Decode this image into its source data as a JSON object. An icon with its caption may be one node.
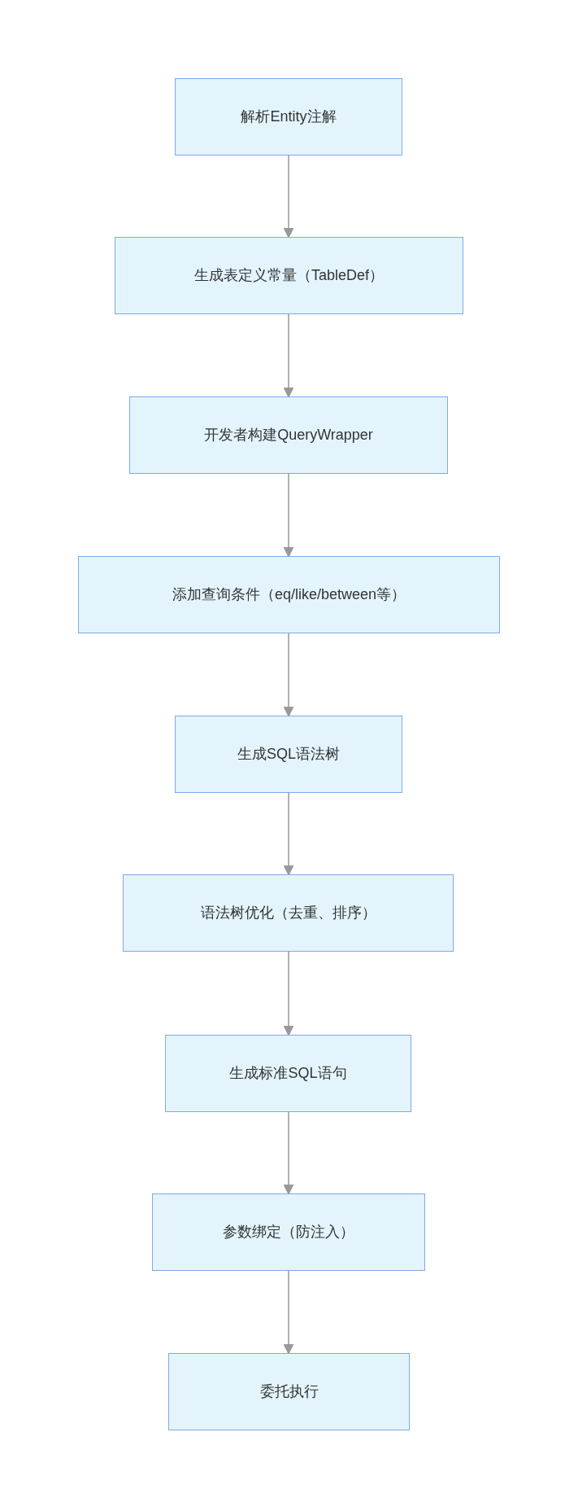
{
  "diagram": {
    "nodes": [
      {
        "text": [
          "解析Entity注解"
        ]
      },
      {
        "text": [
          "生成表定义常量（TableDef）"
        ]
      },
      {
        "text": [
          "开发者构建QueryWrapper"
        ]
      },
      {
        "text": [
          "添加查询条件（eq/like/between等）"
        ]
      },
      {
        "text": [
          "生成SQL语法树"
        ]
      },
      {
        "text": [
          "语法树优化（去重、排序）"
        ]
      },
      {
        "text": [
          "生成标准SQL语句"
        ]
      },
      {
        "text": [
          "参数绑定（防注入）"
        ]
      },
      {
        "text": [
          "委托执行"
        ]
      }
    ],
    "edges": [
      {
        "from": 0,
        "to": 1,
        "arrow": "to"
      },
      {
        "from": 1,
        "to": 2,
        "arrow": "to"
      },
      {
        "from": 2,
        "to": 3,
        "arrow": "to"
      },
      {
        "from": 3,
        "to": 4,
        "arrow": "to"
      },
      {
        "from": 4,
        "to": 5,
        "arrow": "to"
      },
      {
        "from": 5,
        "to": 6,
        "arrow": "to"
      },
      {
        "from": 6,
        "to": 7,
        "arrow": "to"
      },
      {
        "from": 7,
        "to": 8,
        "arrow": "to"
      }
    ]
  }
}
